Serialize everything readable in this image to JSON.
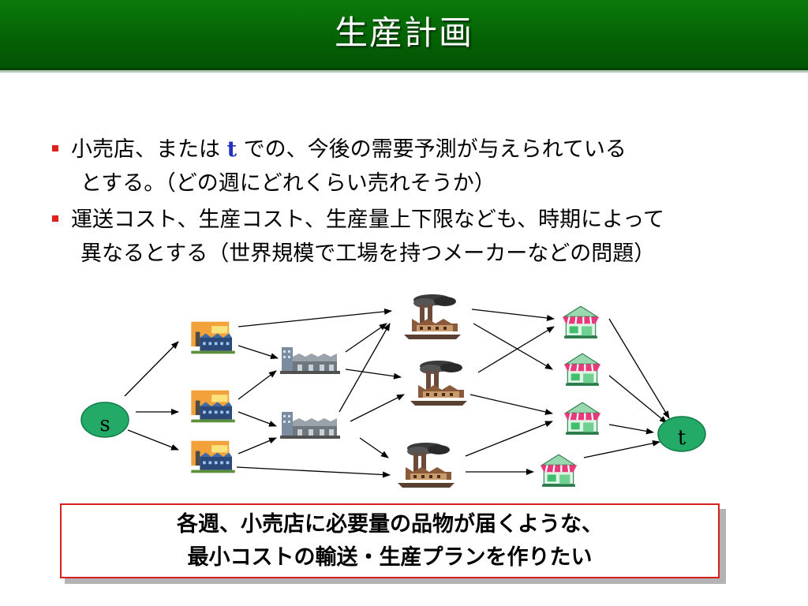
{
  "title": "生産計画",
  "bullets": [
    {
      "pre": "小売店、または ",
      "var": "t",
      "post": " での、今後の需要予測が与えられている",
      "line2": "とする。（どの週にどれくらい売れそうか）"
    },
    {
      "line1": "運送コスト、生産コスト、生産量上下限なども、時期によって",
      "line2": "異なるとする（世界規模で工場を持つメーカーなどの問題）"
    }
  ],
  "diagram": {
    "source_label": "s",
    "sink_label": "t",
    "node_colors": {
      "endpoint_fill": "#22aa66",
      "arrow": "#000000",
      "store_roof": "#e83a7a",
      "store_wall": "#3fbf6e",
      "factory_sky": "#f2a23a"
    }
  },
  "callout": {
    "line1": "各週、小売店に必要量の品物が届くような、",
    "line2": "最小コストの輸送・生産プランを作りたい",
    "border_color": "#d6201c"
  }
}
